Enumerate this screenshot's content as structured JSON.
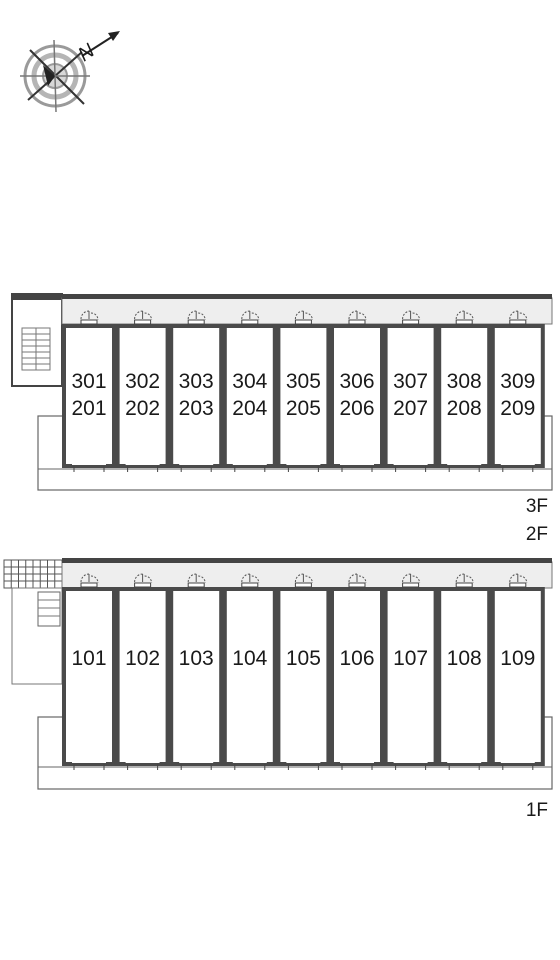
{
  "compass": {
    "label": "N",
    "icon": "compass-rose-icon"
  },
  "upper_block": {
    "floor_labels": [
      "3F",
      "2F"
    ],
    "units": [
      {
        "top": "301",
        "bottom": "201"
      },
      {
        "top": "302",
        "bottom": "202"
      },
      {
        "top": "303",
        "bottom": "203"
      },
      {
        "top": "304",
        "bottom": "204"
      },
      {
        "top": "305",
        "bottom": "205"
      },
      {
        "top": "306",
        "bottom": "206"
      },
      {
        "top": "307",
        "bottom": "207"
      },
      {
        "top": "308",
        "bottom": "208"
      },
      {
        "top": "309",
        "bottom": "209"
      }
    ]
  },
  "lower_block": {
    "floor_labels": [
      "1F"
    ],
    "units": [
      "101",
      "102",
      "103",
      "104",
      "105",
      "106",
      "107",
      "108",
      "109"
    ]
  },
  "credit": "",
  "colors": {
    "wall": "#555555",
    "corridor": "#eeeeee",
    "line": "#444444"
  }
}
